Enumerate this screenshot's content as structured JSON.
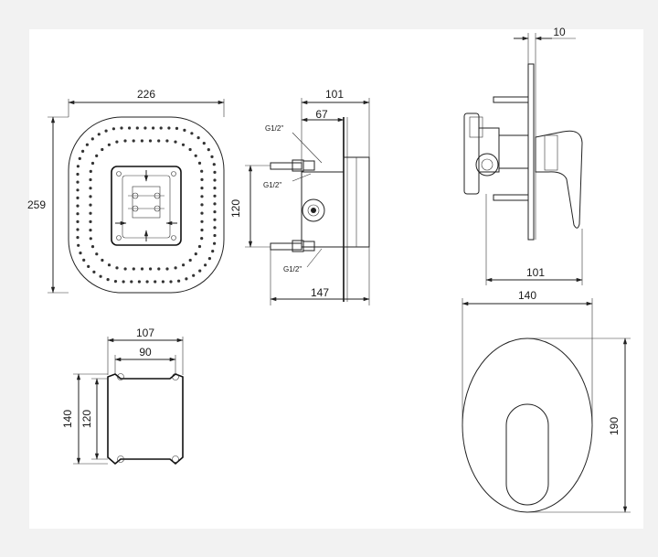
{
  "colors": {
    "background": "#f2f2f2",
    "paper": "#ffffff",
    "line": "#222222"
  },
  "dimensions": {
    "plate_width": "226",
    "plate_height": "259",
    "box_depth_total": "101",
    "box_depth_inner": "67",
    "inlet_spacing": "120",
    "box_length": "147",
    "thread_top": "G1/2\"",
    "thread_mid": "G1/2\"",
    "thread_bottom": "G1/2\"",
    "frame_outer_width": "107",
    "frame_inner_width": "90",
    "frame_outer_height": "140",
    "frame_inner_height": "120",
    "side_offset": "10",
    "side_depth": "101",
    "cover_width": "140",
    "cover_height": "190"
  }
}
